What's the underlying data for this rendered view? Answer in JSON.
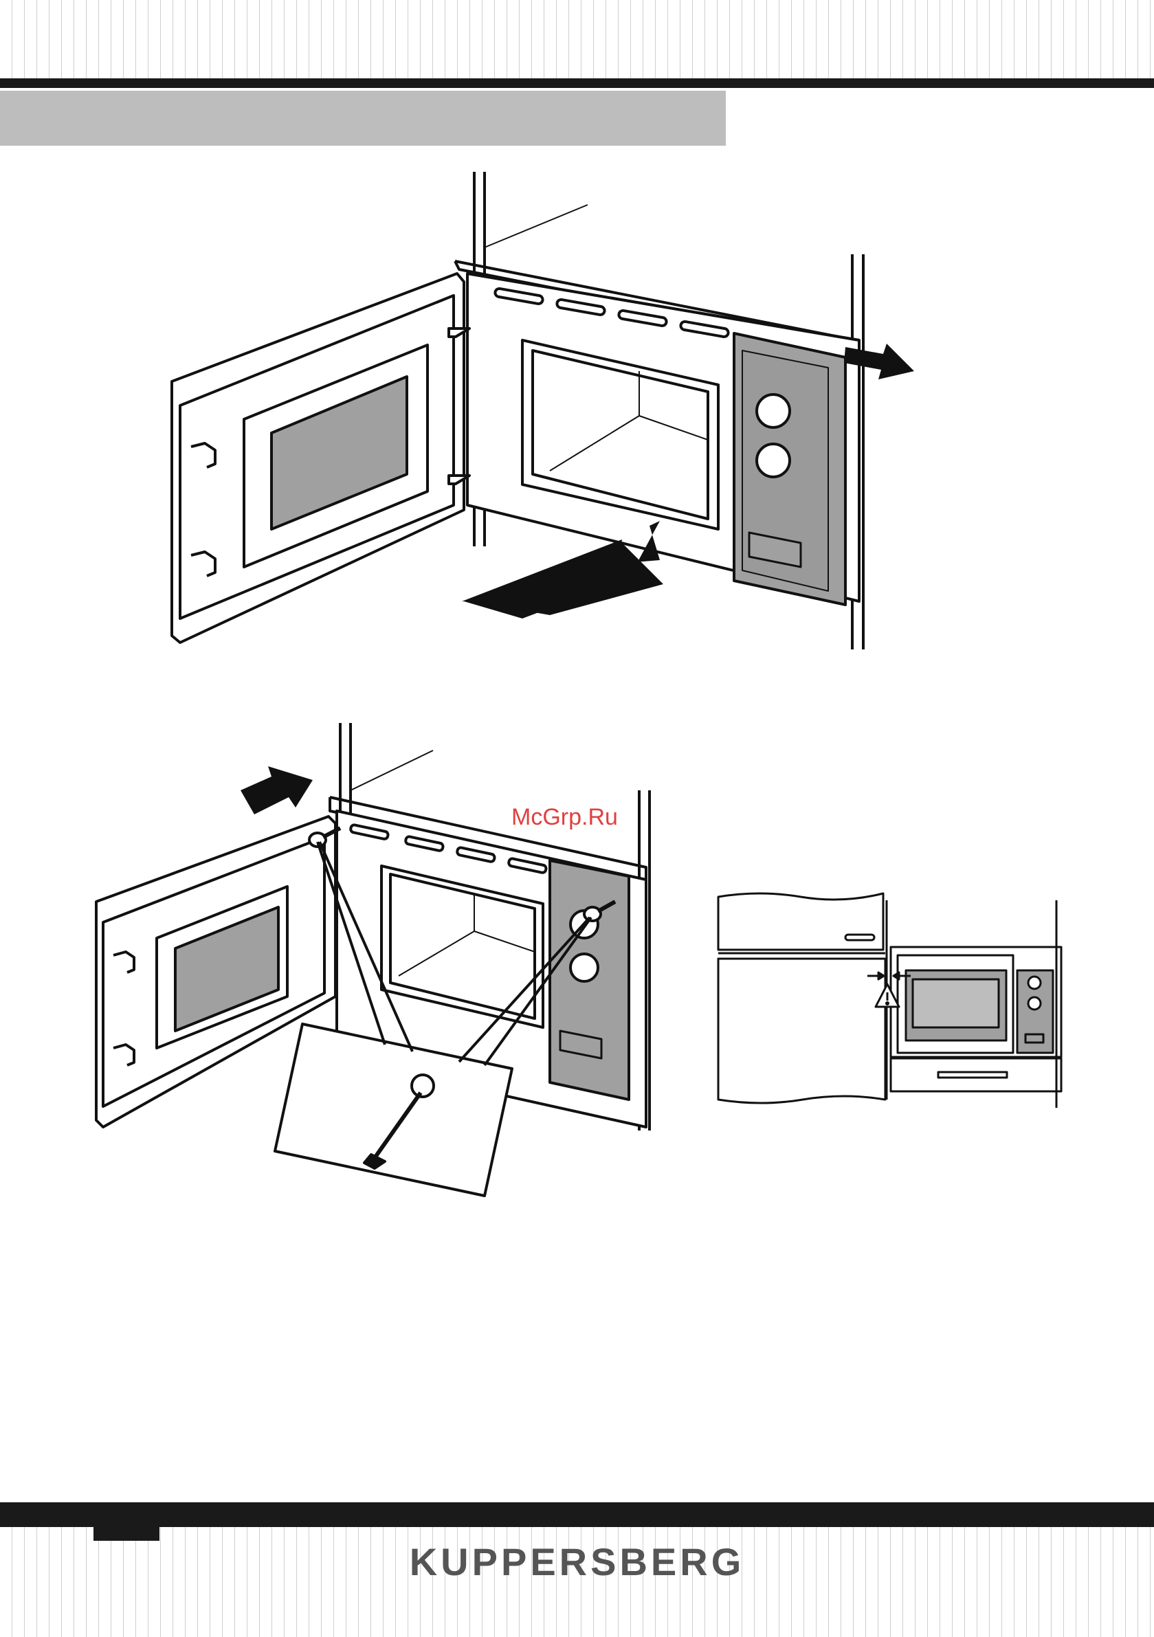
{
  "page": {
    "brand": "KUPPERSBERG",
    "watermark": "McGrp.Ru"
  },
  "figures": [
    {
      "id": "fig-insert",
      "icons": [
        "oven-cabinet",
        "open-door",
        "push-arrow",
        "pull-arrow"
      ]
    },
    {
      "id": "fig-screw-fixing",
      "icons": [
        "screw",
        "screwdriver",
        "push-arrow"
      ]
    },
    {
      "id": "fig-gap-warning",
      "icons": [
        "kitchen-cabinet",
        "warning-triangle",
        "gap-arrows"
      ]
    }
  ],
  "colors": {
    "bars": "#1a1a1a",
    "banner": "#bdbdbd",
    "panel_grey": "#a0a0a0",
    "brand_text": "#555555",
    "watermark": "#e04040"
  }
}
